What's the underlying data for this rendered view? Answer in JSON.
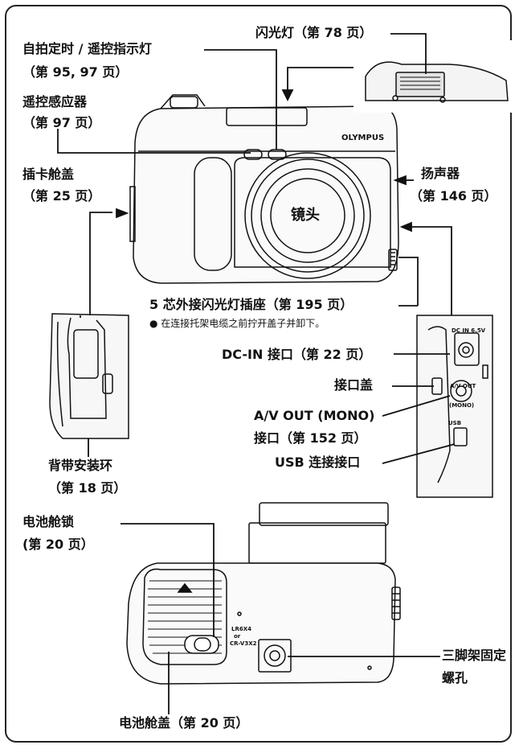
{
  "labels": {
    "flash": "闪光灯（第 78 页）",
    "selftimer_line1": "自拍定时 / 遥控指示灯",
    "selftimer_line2": "（第 95, 97 页）",
    "remote_line1": "遥控感应器",
    "remote_line2": "（第 97 页）",
    "card_cover_line1": "插卡舱盖",
    "card_cover_line2": "（第 25 页）",
    "speaker_line1": "扬声器",
    "speaker_line2": "（第 146 页）",
    "lens": "镜头",
    "flash_socket": "5 芯外接闪光灯插座（第 195 页）",
    "flash_socket_note": "在连接托架电缆之前拧开盖子并卸下。",
    "dcin": "DC-IN 接口（第 22 页）",
    "connector_cover": "接口盖",
    "av_out_line1": "A/V OUT (MONO)",
    "av_out_line2": "接口（第 152 页）",
    "usb": "USB 连接接口",
    "strap_line1": "背带安装环",
    "strap_line2": "（第 18 页）",
    "battery_lock_line1": "电池舱锁",
    "battery_lock_line2": "(第 20 页）",
    "tripod_line1": "三脚架固定",
    "tripod_line2": "螺孔",
    "battery_cover": "电池舱盖（第 20 页）"
  },
  "camera_marks": {
    "brand": "OLYMPUS",
    "dc_in": "DC IN 6.5V",
    "av_out": "A/V OUT",
    "mono": "(MONO)",
    "usb": "USB",
    "batt1": "LR6X4",
    "batt2": "or",
    "batt3": "CR-V3X2"
  }
}
